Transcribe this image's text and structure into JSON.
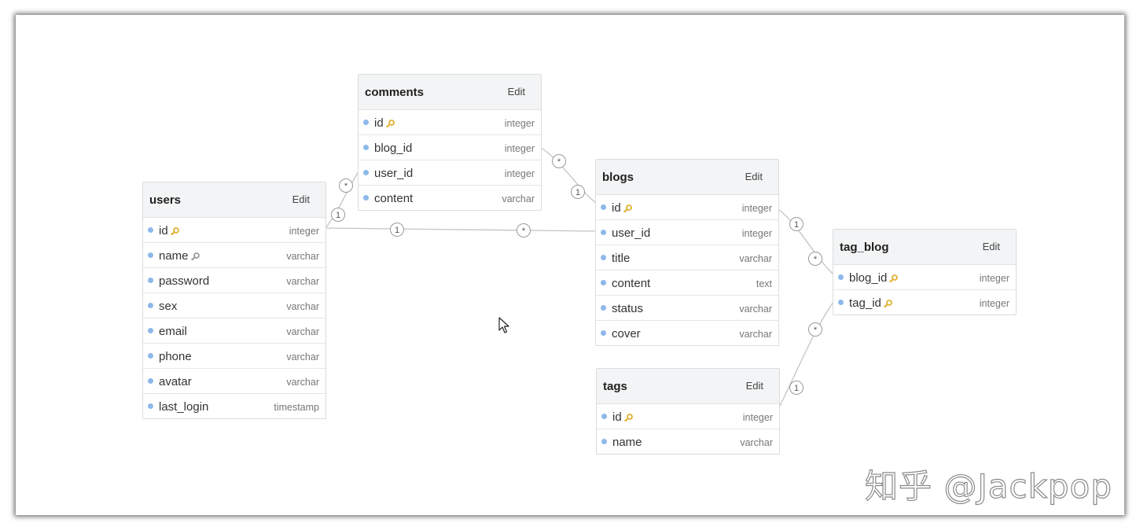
{
  "tables": {
    "users": {
      "name": "users",
      "edit": "Edit",
      "fields": [
        {
          "name": "id",
          "type": "integer",
          "key": "primary"
        },
        {
          "name": "name",
          "type": "varchar",
          "key": "unique"
        },
        {
          "name": "password",
          "type": "varchar"
        },
        {
          "name": "sex",
          "type": "varchar"
        },
        {
          "name": "email",
          "type": "varchar"
        },
        {
          "name": "phone",
          "type": "varchar"
        },
        {
          "name": "avatar",
          "type": "varchar"
        },
        {
          "name": "last_login",
          "type": "timestamp"
        }
      ]
    },
    "comments": {
      "name": "comments",
      "edit": "Edit",
      "fields": [
        {
          "name": "id",
          "type": "integer",
          "key": "primary"
        },
        {
          "name": "blog_id",
          "type": "integer"
        },
        {
          "name": "user_id",
          "type": "integer"
        },
        {
          "name": "content",
          "type": "varchar"
        }
      ]
    },
    "blogs": {
      "name": "blogs",
      "edit": "Edit",
      "fields": [
        {
          "name": "id",
          "type": "integer",
          "key": "primary"
        },
        {
          "name": "user_id",
          "type": "integer"
        },
        {
          "name": "title",
          "type": "varchar"
        },
        {
          "name": "content",
          "type": "text"
        },
        {
          "name": "status",
          "type": "varchar"
        },
        {
          "name": "cover",
          "type": "varchar"
        }
      ]
    },
    "tags": {
      "name": "tags",
      "edit": "Edit",
      "fields": [
        {
          "name": "id",
          "type": "integer",
          "key": "primary"
        },
        {
          "name": "name",
          "type": "varchar"
        }
      ]
    },
    "tag_blog": {
      "name": "tag_blog",
      "edit": "Edit",
      "fields": [
        {
          "name": "blog_id",
          "type": "integer",
          "key": "primary"
        },
        {
          "name": "tag_id",
          "type": "integer",
          "key": "primary"
        }
      ]
    }
  },
  "relations": [
    {
      "from": "users.id",
      "from_card": "1",
      "to": "comments.user_id",
      "to_card": "*"
    },
    {
      "from": "users.id",
      "from_card": "1",
      "to": "blogs.user_id",
      "to_card": "*"
    },
    {
      "from": "blogs.id",
      "from_card": "1",
      "to": "comments.blog_id",
      "to_card": "*"
    },
    {
      "from": "blogs.id",
      "from_card": "1",
      "to": "tag_blog.blog_id",
      "to_card": "*"
    },
    {
      "from": "tags.id",
      "from_card": "1",
      "to": "tag_blog.tag_id",
      "to_card": "*"
    }
  ],
  "colors": {
    "field_dot": "#8db8ea",
    "primary_key": "#e0b030",
    "unique_key": "#9a9a9a",
    "header_bg": "#f3f4f5"
  },
  "watermark": "知乎 @Jackpop"
}
